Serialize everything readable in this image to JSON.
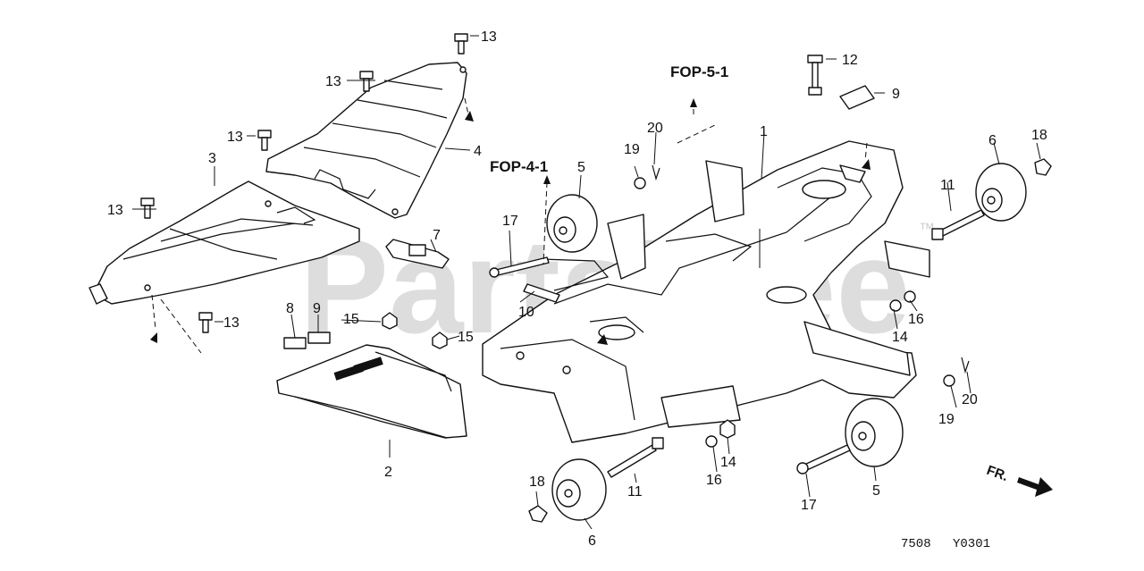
{
  "watermark": {
    "text": "PartsTree",
    "mark": "™"
  },
  "references": [
    "FOP-5-1",
    "FOP-4-1"
  ],
  "callouts": [
    "1",
    "2",
    "3",
    "4",
    "5",
    "5",
    "6",
    "6",
    "7",
    "8",
    "9",
    "9",
    "10",
    "11",
    "11",
    "12",
    "13",
    "13",
    "13",
    "13",
    "13",
    "14",
    "14",
    "15",
    "15",
    "16",
    "16",
    "17",
    "17",
    "18",
    "18",
    "19",
    "19",
    "20",
    "20"
  ],
  "direction_label": "FR.",
  "footer": {
    "page_code": "7508",
    "figure_code": "Y0301"
  }
}
